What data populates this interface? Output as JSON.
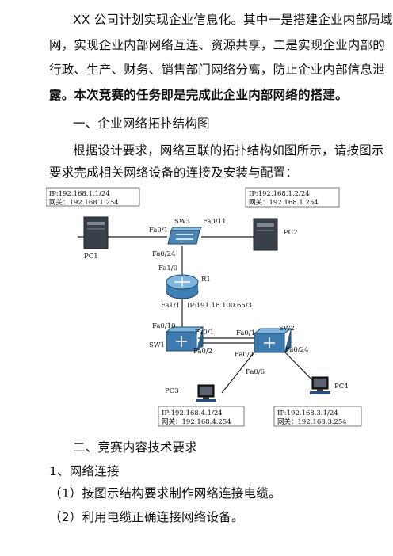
{
  "intro": {
    "line1": "XX 公司计划实现企业信息化。其中一是搭建企业内部局域",
    "line2": "网，实现企业内部网络互连、资源共享，二是实现企业内部的",
    "line3": "行政、生产、财务、销售部门网络分离，防止企业内部信息泄",
    "line4": "露。本次竞赛的任务即是完成此企业内部网络的搭建。"
  },
  "section1": {
    "heading": "一、企业网络拓扑结构图",
    "desc_line1": "根据设计要求，网络互联的拓扑结构如图所示，请按图示",
    "desc_line2": "要求完成相关网络设备的连接及安装与配置："
  },
  "diagram": {
    "pc1": {
      "name": "PC1",
      "ip": "IP:192.168.1.1/24",
      "gw": "网关：192.168.1.254"
    },
    "pc2": {
      "name": "PC2",
      "ip": "IP:192.168.1.2/24",
      "gw": "网关：192.168.1.254"
    },
    "pc3": {
      "name": "PC3",
      "ip": "IP:192.168.4.1/24",
      "gw": "网关：192.168.4.254"
    },
    "pc4": {
      "name": "PC4",
      "ip": "IP:192.168.3.1/24",
      "gw": "网关：192.168.3.254"
    },
    "sw3": {
      "name": "SW3",
      "p1": "Fa0/1",
      "p11": "Fa0/11",
      "p24": "Fa0/24"
    },
    "r1": {
      "name": "R1",
      "p10": "Fa1/0",
      "p11": "Fa1/1",
      "ip": "IP:191.16.100.65/3"
    },
    "sw1": {
      "name": "SW1",
      "p10": "Fa0/10",
      "p1": "Fa0/1",
      "p2": "Fa0/2"
    },
    "sw2": {
      "name": "SW2",
      "p1": "Fa0/1",
      "p2": "Fa0/2",
      "p24": "Fa0/24",
      "p6": "Fa0/6"
    }
  },
  "section2": {
    "heading": "二、竞赛内容技术要求",
    "sub1": "1、网络连接",
    "item1": "（1）按图示结构要求制作网络连接电缆。",
    "item2": "（2）利用电缆正确连接网络设备。"
  }
}
